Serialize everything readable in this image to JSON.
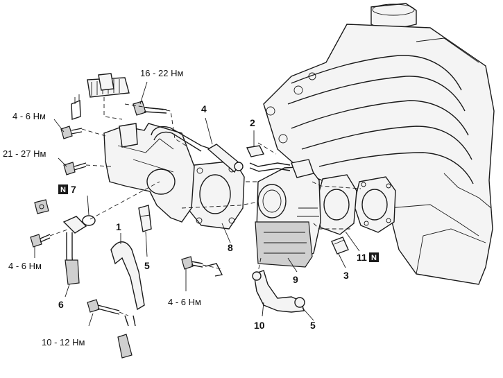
{
  "callouts": {
    "n1": "1",
    "n2": "2",
    "n3": "3",
    "n4": "4",
    "n5a": "5",
    "n5b": "5",
    "n6": "6",
    "n7": "7",
    "n8": "8",
    "n9": "9",
    "n10": "10",
    "n11": "11"
  },
  "torques": {
    "t_16_22": "16 - 22 Нм",
    "t_4_6_a": "4 - 6 Нм",
    "t_21_27": "21 - 27 Нм",
    "t_4_6_b": "4 - 6 Нм",
    "t_4_6_c": "4 - 6 Нм",
    "t_10_12": "10 - 12 Нм"
  },
  "badges": {
    "new_part": "N"
  }
}
